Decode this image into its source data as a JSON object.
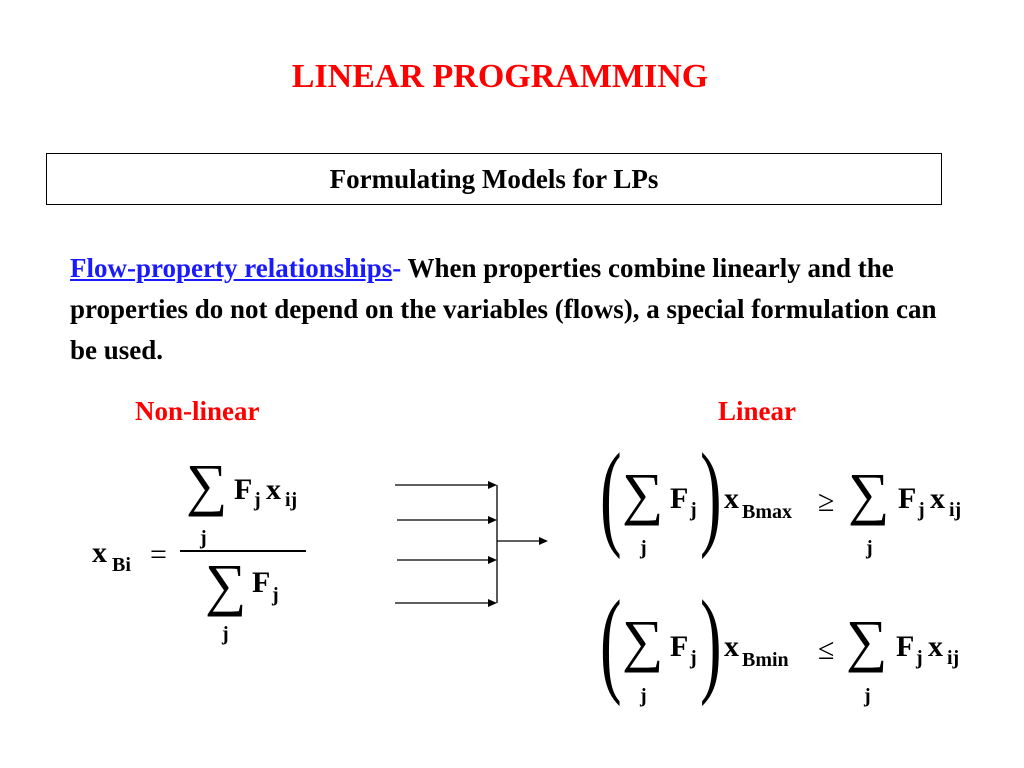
{
  "title": "LINEAR PROGRAMMING",
  "subtitle": "Formulating Models for LPs",
  "paragraph": {
    "link": "Flow-property relationships",
    "dash": "-",
    "text": " When properties combine linearly and the properties do not depend on the variables (flows), a special formulation can be used."
  },
  "headings": {
    "nonlinear": "Non-linear",
    "linear": "Linear"
  },
  "equations": {
    "sum_symbol": "∑",
    "F": "F",
    "x": "x",
    "j": "j",
    "ij": "ij",
    "Bi": "Bi",
    "Bmax": "Bmax",
    "Bmin": "Bmin",
    "eq": "=",
    "geq": "≥",
    "leq": "≤",
    "lparen": "(",
    "rparen": ")"
  },
  "colors": {
    "title": "#ff0000",
    "heading": "#ff0000",
    "link": "#1a1aff",
    "text": "#000000"
  }
}
